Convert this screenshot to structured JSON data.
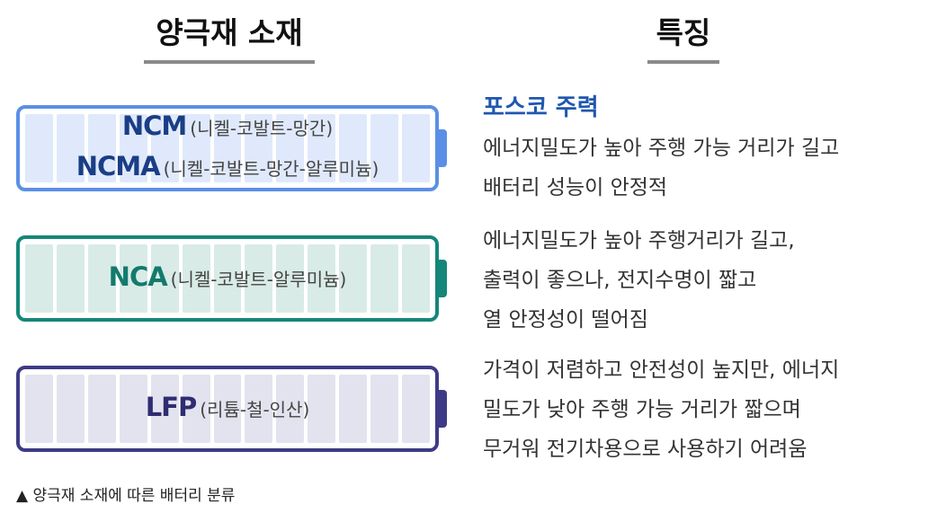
{
  "headers": {
    "left": "양극재 소재",
    "right": "특징"
  },
  "batteries": [
    {
      "id": "ncm",
      "color": "#5b8fe6",
      "cell_color": "#dfe9fb",
      "text_color": "#1a3e86",
      "lines": [
        {
          "name": "NCM",
          "detail": "(니켈-코발트-망간)"
        },
        {
          "name": "NCMA",
          "detail": "(니켈-코발트-망간-알루미늄)"
        }
      ]
    },
    {
      "id": "nca",
      "color": "#14877a",
      "cell_color": "#d9ebe6",
      "text_color": "#137a6e",
      "lines": [
        {
          "name": "NCA",
          "detail": "(니켈-코발트-알루미늄)"
        }
      ]
    },
    {
      "id": "lfp",
      "color": "#3e3b86",
      "cell_color": "#e3e3ef",
      "text_color": "#2f2c72",
      "lines": [
        {
          "name": "LFP",
          "detail": "(리튬-철-인산)"
        }
      ]
    }
  ],
  "features": [
    {
      "title": "포스코 주력",
      "lines": [
        "에너지밀도가 높아 주행 가능 거리가 길고",
        "배터리 성능이 안정적"
      ]
    },
    {
      "title": "",
      "lines": [
        "에너지밀도가 높아 주행거리가 길고,",
        "출력이 좋으나, 전지수명이 짧고",
        "열 안정성이 떨어짐"
      ]
    },
    {
      "title": "",
      "lines": [
        "가격이 저렴하고 안전성이 높지만, 에너지",
        "밀도가 낮아 주행 가능 거리가 짧으며",
        "무거워 전기차용으로 사용하기 어려움"
      ]
    }
  ],
  "caption": "▲ 양극재 소재에 따른 배터리 분류"
}
